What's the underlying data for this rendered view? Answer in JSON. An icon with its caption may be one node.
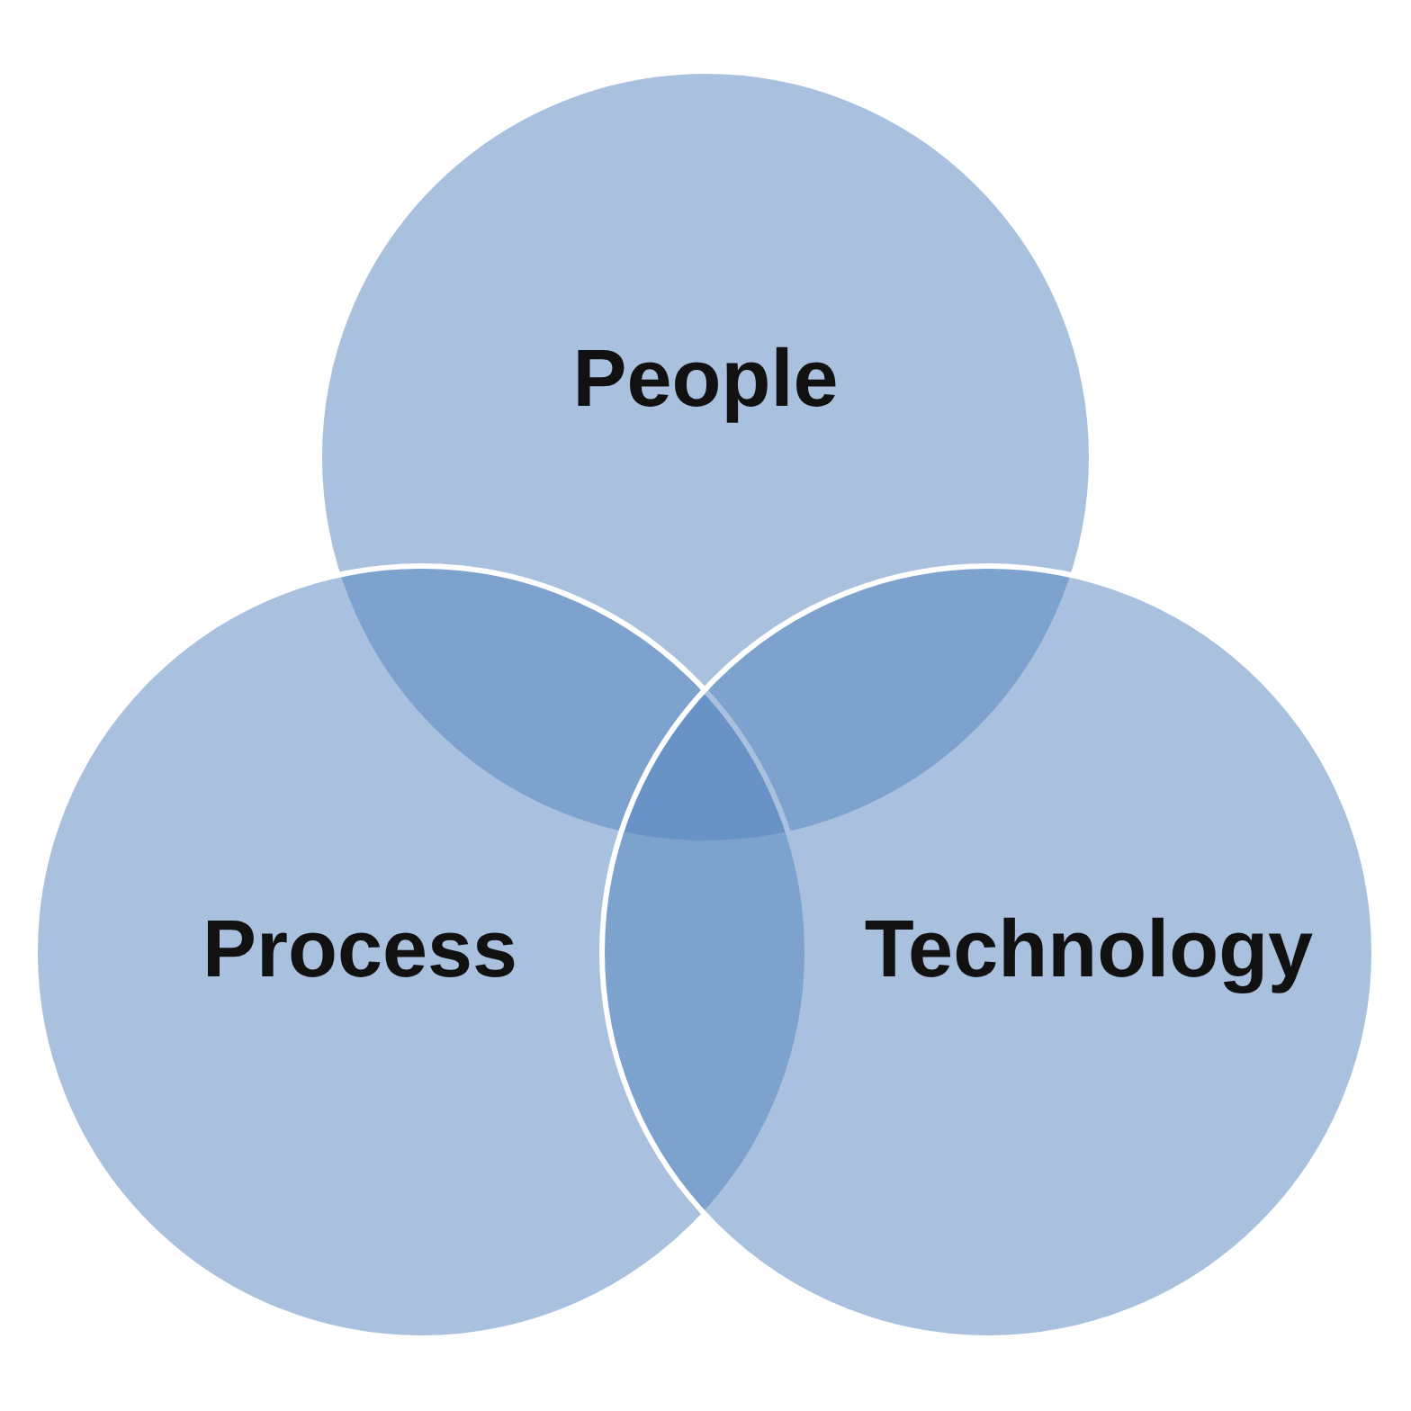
{
  "diagram": {
    "nodes": [
      {
        "text": [
          "People"
        ]
      },
      {
        "text": [
          "Process"
        ]
      },
      {
        "text": [
          "Technology"
        ]
      }
    ]
  }
}
